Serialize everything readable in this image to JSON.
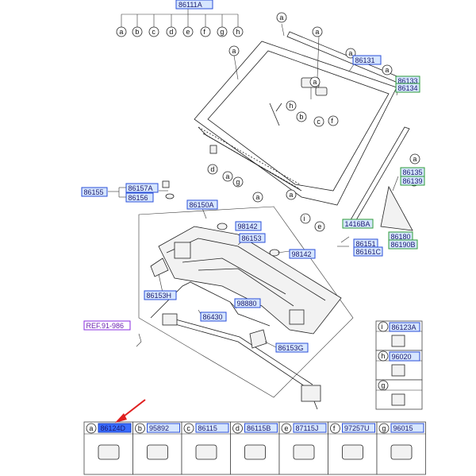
{
  "diagram": {
    "top_label": "86111A",
    "top_letters": [
      "a",
      "b",
      "c",
      "d",
      "e",
      "f",
      "g",
      "h"
    ],
    "labels": {
      "l86131": "86131",
      "l86133": "86133",
      "l86134": "86134",
      "l86135": "86135",
      "l86139": "86139",
      "l86157A": "86157A",
      "l86155": "86155",
      "l86156": "86156",
      "l86150A": "86150A",
      "l98142a": "98142",
      "l86153": "86153",
      "l98142b": "98142",
      "l86153H": "86153H",
      "l98880": "98880",
      "l86430": "86430",
      "l86153G": "86153G",
      "l1416BA": "1416BA",
      "l86151": "86151",
      "l86161C": "86161C",
      "l86180": "86180",
      "l86190B": "86190B",
      "ref": "REF.91-986"
    },
    "windshield_letters": {
      "a1": "a",
      "a2": "a",
      "a3": "a",
      "a4": "a",
      "a5": "a",
      "a6": "a",
      "a7": "a",
      "a8": "a",
      "a9": "a",
      "a10": "a",
      "a11": "a",
      "h1": "h",
      "b1": "b",
      "c1": "c",
      "f1": "f",
      "d1": "d",
      "g1": "g",
      "i1": "i",
      "e1": "e"
    },
    "side_table": [
      {
        "letter": "i",
        "part": "86123A"
      },
      {
        "letter": "h",
        "part": "96020"
      },
      {
        "letter": "g",
        "part": ""
      }
    ],
    "bottom_table": [
      {
        "letter": "a",
        "part": "86124D",
        "selected": true
      },
      {
        "letter": "b",
        "part": "95892",
        "selected": false
      },
      {
        "letter": "c",
        "part": "86115",
        "selected": false
      },
      {
        "letter": "d",
        "part": "86115B",
        "selected": false
      },
      {
        "letter": "e",
        "part": "87115J",
        "selected": false
      },
      {
        "letter": "f",
        "part": "97257U",
        "selected": false
      },
      {
        "letter": "g",
        "part": "96015",
        "selected": false
      }
    ],
    "colors": {
      "tag_fill": "#d6e6ff",
      "tag_border_blue": "#2a4fd8",
      "tag_border_green": "#2e9c3a",
      "ref_color": "#8a2be2",
      "selected_fill": "#3a6cff",
      "arrow": "#e02020"
    }
  }
}
